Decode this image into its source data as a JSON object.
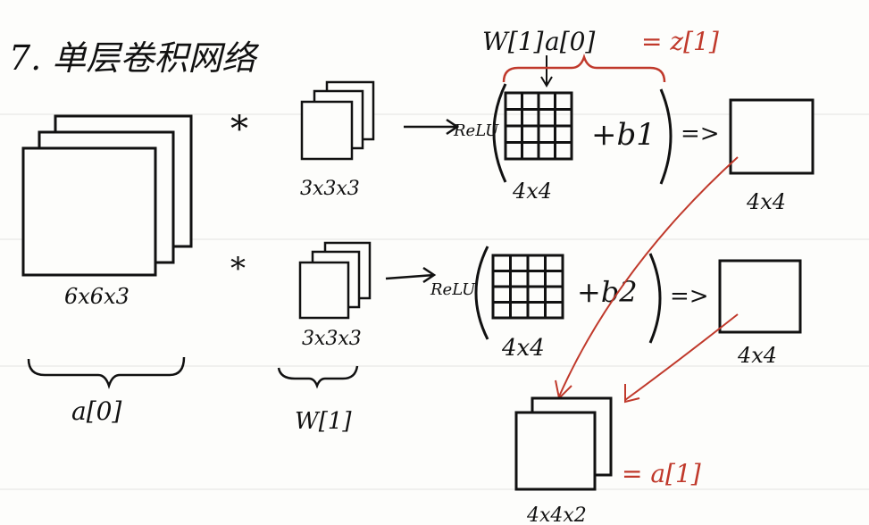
{
  "title": "7. 单层卷积网络",
  "input": {
    "size_label": "6x6x3",
    "brace_label": "a[0]"
  },
  "filters": {
    "top_size_label": "3x3x3",
    "bottom_size_label": "3x3x3",
    "brace_label": "W[1]",
    "convolution_symbol": "*"
  },
  "top_branch": {
    "relu_label": "ReLU",
    "grid_label": "4x4",
    "bias_label": "+b1",
    "output_label": "4x4",
    "implies": "=>"
  },
  "bottom_branch": {
    "relu_label": "ReLU",
    "grid_label": "4x4",
    "bias_label": "+b2",
    "output_label": "4x4",
    "implies": "=>"
  },
  "annotations": {
    "weight_label": "W[1]",
    "activation_label": "a[0]",
    "z_label": "= z[1]",
    "a1_label": "= a[1]"
  },
  "stack": {
    "size_label": "4x4x2"
  },
  "colors": {
    "ink": "#111111",
    "red_ink": "#c0392b",
    "ruled_line": "#e4e4e0"
  }
}
